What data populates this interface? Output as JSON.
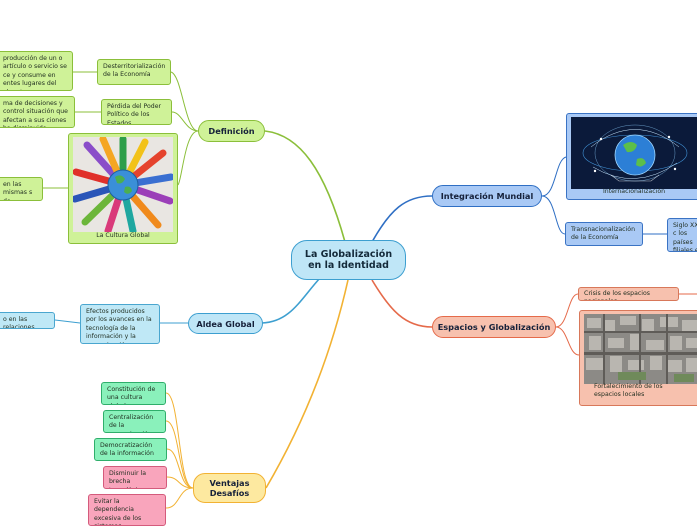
{
  "center": {
    "line1": "La Globalización",
    "line2": "en la Identidad"
  },
  "branches": {
    "definicion": "Definición",
    "aldea": "Aldea Global",
    "ventajas": {
      "line1": "Ventajas",
      "line2": "Desafíos"
    },
    "integracion": "Integración Mundial",
    "espacios": "Espacios y Globalización"
  },
  "definicion_children": {
    "desterritorializacion": "Desterritorialización de la Economía",
    "perdida": "Pérdida del Poder Político de los Estados",
    "cultura_global": "La Cultura Global"
  },
  "definicion_leaves": {
    "leaf1": "producción de un o artículo o servicio se ce y consume en entes lugares del planeta.",
    "leaf2": "ma de decisiones y control situación que afectan a sus ciones ha disminuido.",
    "leaf3": "en las mismas s de consumo."
  },
  "aldea_children": {
    "efectos": "Efectos producidos por los avances en la tecnología de la información y la comunicación.",
    "relaciones": "o en las relaciones"
  },
  "ventajas_children": [
    {
      "text": "Constitución de una cultura global.",
      "color": "mint"
    },
    {
      "text": "Centralización de la comunicación",
      "color": "mint"
    },
    {
      "text": "Democratización de la información",
      "color": "mint"
    },
    {
      "text": "Disminuir la brecha tecnológica",
      "color": "pink"
    },
    {
      "text": "Evitar la dependencia excesiva de los sistemas informáticos",
      "color": "pink"
    }
  ],
  "integracion_children": {
    "internacionalizacion": "Internacionalización",
    "transnacionalizacion": "Transnacionalización de la Economía",
    "siglo": "Siglo XX, c los países filiales en"
  },
  "espacios_children": {
    "crisis": "Crisis de los espacios nacionales",
    "fortalecimiento": "Fortalecimiento de los espacios locales"
  },
  "colors": {
    "green_branch": "#8bbf3a",
    "teal_branch": "#3d9fd0",
    "orange_branch": "#f2b233",
    "blue_branch": "#2f6fc4",
    "red_branch": "#e56a4a"
  }
}
